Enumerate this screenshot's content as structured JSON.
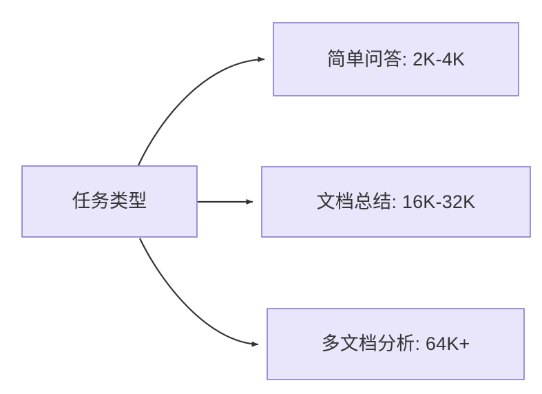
{
  "diagram": {
    "type": "flowchart",
    "direction": "left-to-right",
    "background_color": "#ffffff",
    "node_fill_color": "#e9e5fa",
    "node_border_color": "#9d8fd8",
    "node_text_color": "#333333",
    "edge_color": "#333333",
    "nodes": [
      {
        "id": "root",
        "label": "任务类型"
      },
      {
        "id": "qa",
        "label": "简单问答: 2K-4K"
      },
      {
        "id": "sum",
        "label": "文档总结: 16K-32K"
      },
      {
        "id": "multi",
        "label": "多文档分析: 64K+"
      }
    ],
    "edges": [
      {
        "from": "root",
        "to": "qa",
        "style": "curved",
        "arrow": "triangle"
      },
      {
        "from": "root",
        "to": "sum",
        "style": "straight",
        "arrow": "triangle"
      },
      {
        "from": "root",
        "to": "multi",
        "style": "curved",
        "arrow": "triangle"
      }
    ]
  }
}
